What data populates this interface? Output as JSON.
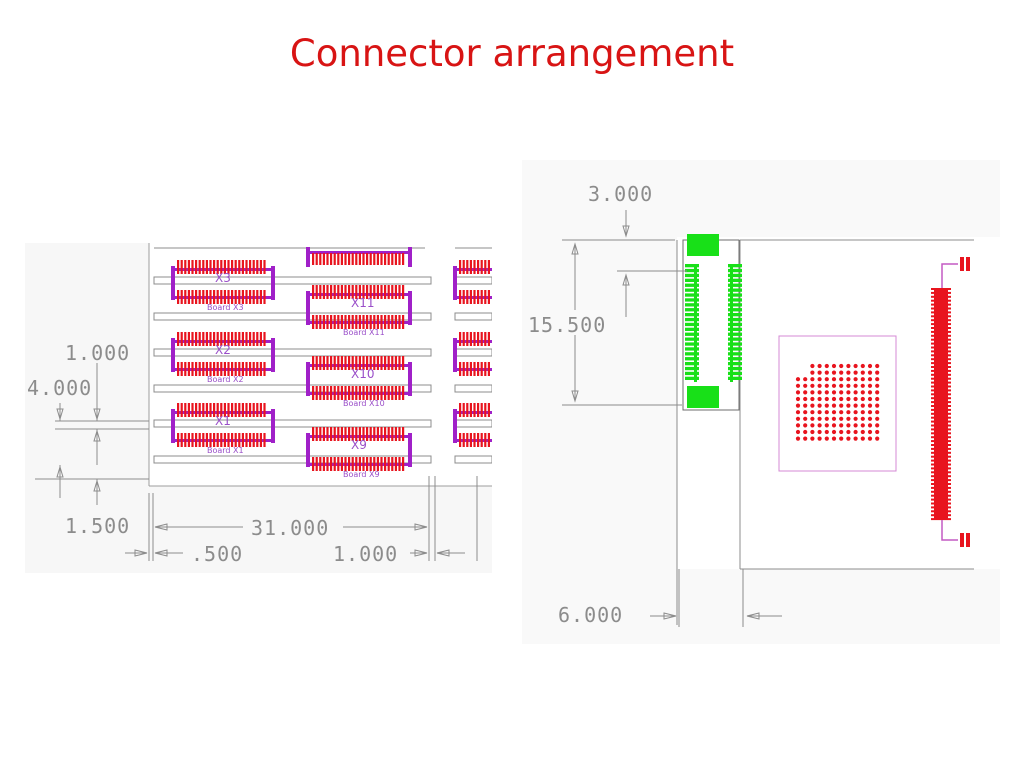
{
  "title": "Connector arrangement",
  "left_panel": {
    "dimensions": {
      "d_1000_a": "1.000",
      "d_4000": "4.000",
      "d_1500": "1.500",
      "d_31000": "31.000",
      "d_500": ".500",
      "d_1000_b": "1.000"
    },
    "connectors": [
      {
        "label": "X3",
        "board": "Board X3"
      },
      {
        "label": "X2",
        "board": "Board X2"
      },
      {
        "label": "X1",
        "board": "Board X1"
      },
      {
        "label": "X11",
        "board": "Board X11"
      },
      {
        "label": "X10",
        "board": "Board X10"
      },
      {
        "label": "X9",
        "board": "Board X9"
      }
    ]
  },
  "right_panel": {
    "dimensions": {
      "d_3000": "3.000",
      "d_15500": "15.500",
      "d_6000": "6.000"
    }
  },
  "colors": {
    "title": "#d81414",
    "pin_red": "#e8141e",
    "connector_purple": "#a020c8",
    "pad_green": "#18e018",
    "board_outline": "#c45ac4",
    "dimension_gray": "#8c8c8c"
  }
}
